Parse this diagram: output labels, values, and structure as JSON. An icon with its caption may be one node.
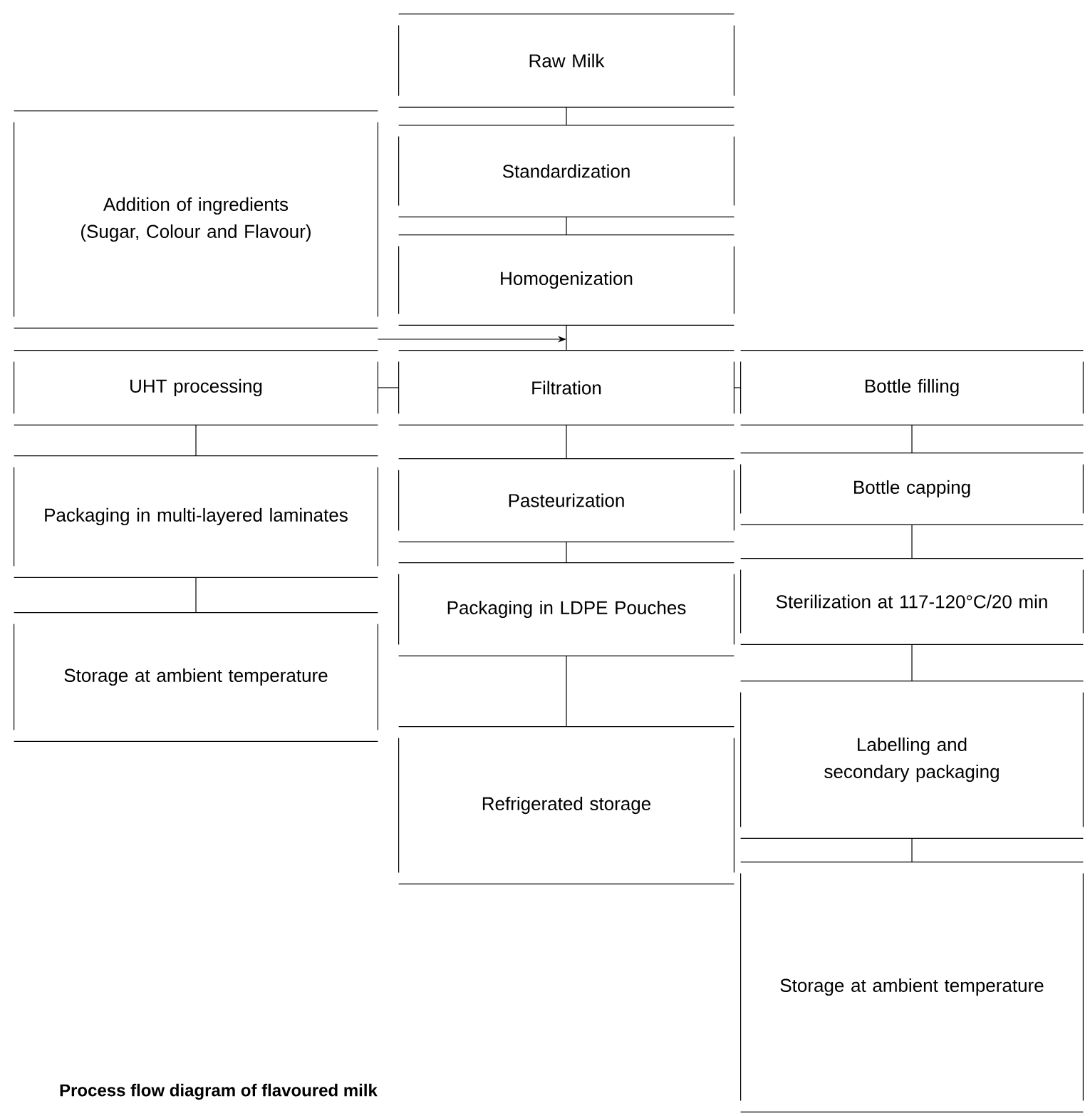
{
  "diagram": {
    "caption": "Process flow diagram of flavoured milk",
    "nodes": [
      {
        "text": [
          "Raw Milk"
        ]
      },
      {
        "text": [
          "Standardization"
        ]
      },
      {
        "text": [
          "Homogenization"
        ]
      },
      {
        "text": [
          "Filtration"
        ]
      },
      {
        "text": [
          "Pasteurization"
        ]
      },
      {
        "text": [
          "Packaging in LDPE Pouches"
        ]
      },
      {
        "text": [
          "Refrigerated storage"
        ]
      },
      {
        "text": [
          "Addition of ingredients (Sugar, Colour and Flavour)"
        ]
      },
      {
        "text": [
          "UHT processing"
        ]
      },
      {
        "text": [
          "Packaging in multi-layered laminates"
        ]
      },
      {
        "text": [
          "Storage at ambient temperature"
        ]
      },
      {
        "text": [
          "Bottle filling"
        ]
      },
      {
        "text": [
          "Bottle capping"
        ]
      },
      {
        "text": [
          "Sterilization at 117-120°C/20 min"
        ]
      },
      {
        "text": [
          "Labelling and secondary packaging"
        ]
      },
      {
        "text": [
          "Storage at ambient temperature"
        ]
      }
    ],
    "edges": [
      {
        "from": 0,
        "to": 1,
        "arrow": "none"
      },
      {
        "from": 1,
        "to": 2,
        "arrow": "none"
      },
      {
        "from": 2,
        "to": 3,
        "arrow": "none"
      },
      {
        "from": 7,
        "to": 3,
        "arrow": "to"
      },
      {
        "from": 3,
        "to": 8,
        "arrow": "none"
      },
      {
        "from": 3,
        "to": 11,
        "arrow": "none"
      },
      {
        "from": 3,
        "to": 4,
        "arrow": "none"
      },
      {
        "from": 4,
        "to": 5,
        "arrow": "none"
      },
      {
        "from": 5,
        "to": 6,
        "arrow": "none"
      },
      {
        "from": 8,
        "to": 9,
        "arrow": "none"
      },
      {
        "from": 9,
        "to": 10,
        "arrow": "none"
      },
      {
        "from": 11,
        "to": 12,
        "arrow": "none"
      },
      {
        "from": 12,
        "to": 13,
        "arrow": "none"
      },
      {
        "from": 13,
        "to": 14,
        "arrow": "none"
      },
      {
        "from": 14,
        "to": 15,
        "arrow": "none"
      }
    ]
  }
}
